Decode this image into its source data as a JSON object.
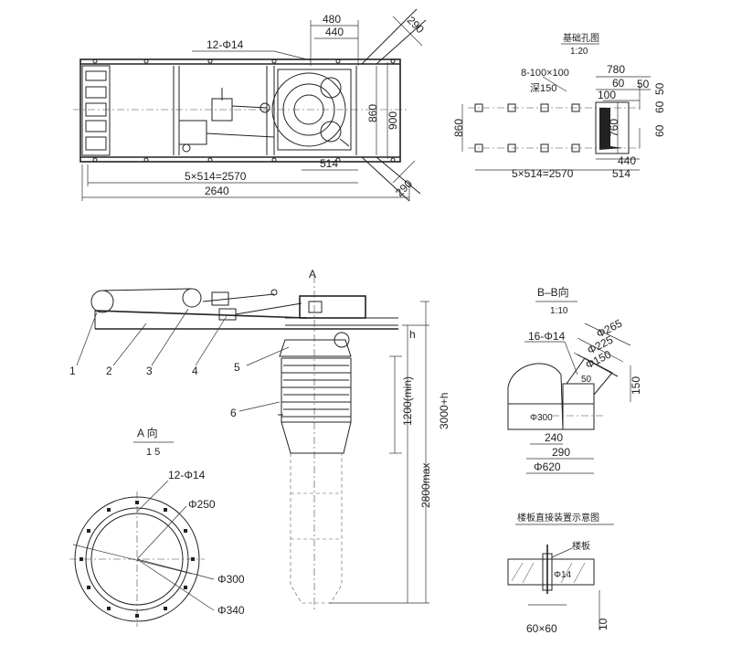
{
  "plan_view": {
    "dims": {
      "d480": "480",
      "d440": "440",
      "d290_top": "290",
      "d290_bot": "290",
      "holes": "12-Φ14",
      "d860": "860",
      "d900": "900",
      "d514": "514",
      "span": "5×514=2570",
      "total": "2640"
    }
  },
  "foundation": {
    "title": "基础孔图",
    "scale": "1:20",
    "dims": {
      "d780": "780",
      "d60a": "60",
      "d50a": "50",
      "d100": "100",
      "d50b": "50",
      "holes": "8-100×100",
      "depth": "深150",
      "d860": "860",
      "d760": "760",
      "d60b": "60",
      "d60c": "60",
      "d440": "440",
      "span": "5×514=2570",
      "d514": "514"
    }
  },
  "elevation": {
    "view_mark": "A",
    "parts": [
      "1",
      "2",
      "3",
      "4",
      "5",
      "6"
    ],
    "dims": {
      "h": "h",
      "min": "1200(min)",
      "max": "2800max",
      "total": "3000+h"
    }
  },
  "view_a": {
    "title": "A 向",
    "scale": "1 5",
    "dims": {
      "holes": "12-Φ14",
      "d250": "Φ250",
      "d300": "Φ300",
      "d340": "Φ340"
    }
  },
  "view_b": {
    "title": "B–B向",
    "scale": "1:10",
    "dims": {
      "holes": "16-Φ14",
      "d265": "Φ265",
      "d225": "Φ225",
      "d150": "Φ150",
      "d50": "50",
      "d150v": "150",
      "d300": "Φ300",
      "d240": "240",
      "d290": "290",
      "d620": "Φ620"
    }
  },
  "detail": {
    "title": "楼板直接装置示意图",
    "label": "楼板",
    "bolt": "Φ14",
    "dims": {
      "d60x60": "60×60",
      "d10": "10"
    }
  }
}
